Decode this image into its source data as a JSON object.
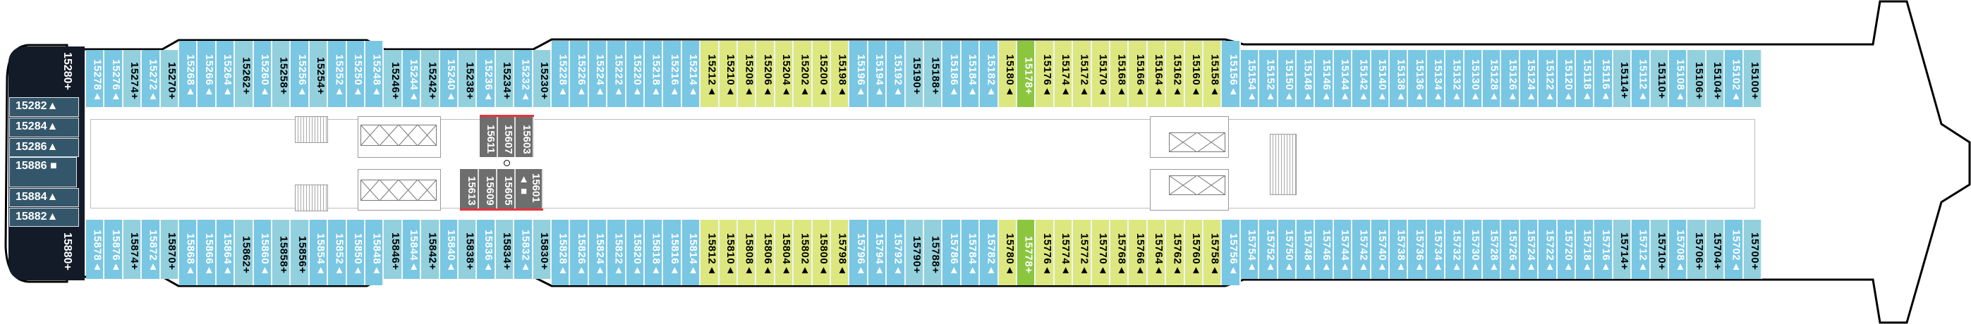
{
  "deck_plan": {
    "colors": {
      "balcony_blue": "#79c7e3",
      "blue_plus": "#93d0dd",
      "yellow_green": "#dde77f",
      "green": "#8cc63f",
      "dark": "#131a28",
      "slate": "#34566a",
      "gray": "#6e6e6e",
      "red": "#e8333c"
    },
    "bow": {
      "top_label": "15280+",
      "bottom_label": "15880+",
      "cabins": [
        "15282▲",
        "15284▲",
        "15286▲",
        "15886 ■",
        "15884▲",
        "15882▲"
      ]
    },
    "top_row": [
      [
        "15278▲",
        "w"
      ],
      [
        "15276▲",
        "w"
      ],
      [
        "15274+",
        "b"
      ],
      [
        "15272▲",
        "w"
      ],
      [
        "15270+",
        "b"
      ],
      [
        "15268▲",
        "w"
      ],
      [
        "15266▲",
        "w"
      ],
      [
        "15264▲",
        "w"
      ],
      [
        "15262+",
        "b"
      ],
      [
        "15260▲",
        "w"
      ],
      [
        "15258+",
        "b"
      ],
      [
        "15256▲",
        "w"
      ],
      [
        "15254+",
        "b"
      ],
      [
        "15252▲",
        "w"
      ],
      [
        "15250▲",
        "w"
      ],
      [
        "15248▲",
        "w"
      ],
      [
        "15246+",
        "b"
      ],
      [
        "15244▲",
        "w"
      ],
      [
        "15242+",
        "b"
      ],
      [
        "15240▲",
        "w"
      ],
      [
        "15238+",
        "b"
      ],
      [
        "15236▲",
        "w"
      ],
      [
        "15234+",
        "b"
      ],
      [
        "15232▲",
        "w"
      ],
      [
        "15230+",
        "b"
      ],
      [
        "15228▲",
        "w"
      ],
      [
        "15226▲",
        "w"
      ],
      [
        "15224▲",
        "w"
      ],
      [
        "15222▲",
        "w"
      ],
      [
        "15220▲",
        "w"
      ],
      [
        "15218▲",
        "w"
      ],
      [
        "15216▲",
        "w"
      ],
      [
        "15214▲",
        "w"
      ],
      [
        "15212▲",
        "g"
      ],
      [
        "15210▲",
        "g"
      ],
      [
        "15208▲",
        "g"
      ],
      [
        "15206▲",
        "g"
      ],
      [
        "15204▲",
        "g"
      ],
      [
        "15202▲",
        "g"
      ],
      [
        "15200▲",
        "g"
      ],
      [
        "15198▲",
        "g"
      ],
      [
        "15196▲",
        "w"
      ],
      [
        "15194▲",
        "w"
      ],
      [
        "15192▲",
        "w"
      ],
      [
        "15190+",
        "b"
      ],
      [
        "15188+",
        "b"
      ],
      [
        "15186▲",
        "w"
      ],
      [
        "15184▲",
        "w"
      ],
      [
        "15182▲",
        "w"
      ],
      [
        "15180▲",
        "g"
      ],
      [
        "15178+",
        "G"
      ],
      [
        "15176▲",
        "g"
      ],
      [
        "15174▲",
        "g"
      ],
      [
        "15172▲",
        "g"
      ],
      [
        "15170▲",
        "g"
      ],
      [
        "15168▲",
        "g"
      ],
      [
        "15166▲",
        "g"
      ],
      [
        "15164▲",
        "g"
      ],
      [
        "15162▲",
        "g"
      ],
      [
        "15160▲",
        "g"
      ],
      [
        "15158▲",
        "g"
      ],
      [
        "15156▲",
        "w"
      ],
      [
        "15154▲",
        "w"
      ],
      [
        "15152▲",
        "w"
      ],
      [
        "15150▲",
        "w"
      ],
      [
        "15148▲",
        "w"
      ],
      [
        "15146▲",
        "w"
      ],
      [
        "15144▲",
        "w"
      ],
      [
        "15142▲",
        "w"
      ],
      [
        "15140▲",
        "w"
      ],
      [
        "15138▲",
        "w"
      ],
      [
        "15136▲",
        "w"
      ],
      [
        "15134▲",
        "w"
      ],
      [
        "15132▲",
        "w"
      ],
      [
        "15130▲",
        "w"
      ],
      [
        "15128▲",
        "w"
      ],
      [
        "15126▲",
        "w"
      ],
      [
        "15124▲",
        "w"
      ],
      [
        "15122▲",
        "w"
      ],
      [
        "15120▲",
        "w"
      ],
      [
        "15118▲",
        "w"
      ],
      [
        "15116▲",
        "w"
      ],
      [
        "15114+",
        "b"
      ],
      [
        "15112▲",
        "w"
      ],
      [
        "15110+",
        "b"
      ],
      [
        "15108▲",
        "w"
      ],
      [
        "15106+",
        "b"
      ],
      [
        "15104+",
        "b"
      ],
      [
        "15102▲",
        "w"
      ],
      [
        "15100+",
        "b"
      ]
    ],
    "bottom_row": [
      [
        "15878▲",
        "w"
      ],
      [
        "15876▲",
        "w"
      ],
      [
        "15874+",
        "b"
      ],
      [
        "15872▲",
        "w"
      ],
      [
        "15870+",
        "b"
      ],
      [
        "15868▲",
        "w"
      ],
      [
        "15866▲",
        "w"
      ],
      [
        "15864▲",
        "w"
      ],
      [
        "15862+",
        "b"
      ],
      [
        "15860▲",
        "w"
      ],
      [
        "15858+",
        "b"
      ],
      [
        "15856+",
        "b"
      ],
      [
        "15854▲",
        "w"
      ],
      [
        "15852▲",
        "w"
      ],
      [
        "15850▲",
        "w"
      ],
      [
        "15848▲",
        "w"
      ],
      [
        "15846+",
        "b"
      ],
      [
        "15844▲",
        "w"
      ],
      [
        "15842+",
        "b"
      ],
      [
        "15840▲",
        "w"
      ],
      [
        "15838+",
        "b"
      ],
      [
        "15836▲",
        "w"
      ],
      [
        "15834+",
        "b"
      ],
      [
        "15832▲",
        "w"
      ],
      [
        "15830+",
        "b"
      ],
      [
        "15828▲",
        "w"
      ],
      [
        "15826▲",
        "w"
      ],
      [
        "15824▲",
        "w"
      ],
      [
        "15822▲",
        "w"
      ],
      [
        "15820▲",
        "w"
      ],
      [
        "15818▲",
        "w"
      ],
      [
        "15816▲",
        "w"
      ],
      [
        "15814▲",
        "w"
      ],
      [
        "15812▲",
        "g"
      ],
      [
        "15810▲",
        "g"
      ],
      [
        "15808▲",
        "g"
      ],
      [
        "15806▲",
        "g"
      ],
      [
        "15804▲",
        "g"
      ],
      [
        "15802▲",
        "g"
      ],
      [
        "15800▲",
        "g"
      ],
      [
        "15798▲",
        "g"
      ],
      [
        "15796▲",
        "w"
      ],
      [
        "15794▲",
        "w"
      ],
      [
        "15792▲",
        "w"
      ],
      [
        "15790+",
        "b"
      ],
      [
        "15788+",
        "b"
      ],
      [
        "15786▲",
        "w"
      ],
      [
        "15784▲",
        "w"
      ],
      [
        "15782▲",
        "w"
      ],
      [
        "15780▲",
        "g"
      ],
      [
        "15778+",
        "G"
      ],
      [
        "15776▲",
        "g"
      ],
      [
        "15774▲",
        "g"
      ],
      [
        "15772▲",
        "g"
      ],
      [
        "15770▲",
        "g"
      ],
      [
        "15768▲",
        "g"
      ],
      [
        "15766▲",
        "g"
      ],
      [
        "15764▲",
        "g"
      ],
      [
        "15762▲",
        "g"
      ],
      [
        "15760▲",
        "g"
      ],
      [
        "15758▲",
        "g"
      ],
      [
        "15756▲",
        "w"
      ],
      [
        "15754▲",
        "w"
      ],
      [
        "15752▲",
        "w"
      ],
      [
        "15750▲",
        "w"
      ],
      [
        "15748▲",
        "w"
      ],
      [
        "15746▲",
        "w"
      ],
      [
        "15744▲",
        "w"
      ],
      [
        "15742▲",
        "w"
      ],
      [
        "15740▲",
        "w"
      ],
      [
        "15738▲",
        "w"
      ],
      [
        "15736▲",
        "w"
      ],
      [
        "15734▲",
        "w"
      ],
      [
        "15732▲",
        "w"
      ],
      [
        "15730▲",
        "w"
      ],
      [
        "15728▲",
        "w"
      ],
      [
        "15726▲",
        "w"
      ],
      [
        "15724▲",
        "w"
      ],
      [
        "15722▲",
        "w"
      ],
      [
        "15720▲",
        "w"
      ],
      [
        "15718▲",
        "w"
      ],
      [
        "15716▲",
        "w"
      ],
      [
        "15714+",
        "b"
      ],
      [
        "15712▲",
        "w"
      ],
      [
        "15710+",
        "b"
      ],
      [
        "15708▲",
        "w"
      ],
      [
        "15706+",
        "b"
      ],
      [
        "15704+",
        "b"
      ],
      [
        "15702▲",
        "w"
      ],
      [
        "15700+",
        "b"
      ]
    ],
    "center_cabins": {
      "upper": [
        "15611",
        "15607",
        "15603"
      ],
      "lower": [
        "15613",
        "15609",
        "15605",
        "15601 ▲■"
      ]
    }
  }
}
